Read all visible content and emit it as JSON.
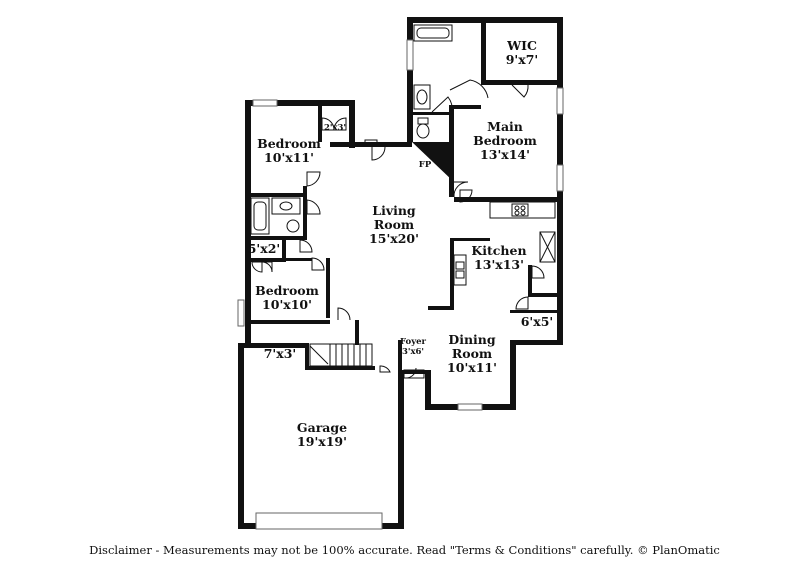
{
  "rooms": {
    "wic": {
      "name": "WIC",
      "size": "9'x7'"
    },
    "main_bedroom": {
      "name1": "Main",
      "name2": "Bedroom",
      "size": "13'x14'"
    },
    "bedroom_top": {
      "name": "Bedroom",
      "size": "10'x11'"
    },
    "closet_top": {
      "size": "2'x3'"
    },
    "fireplace": {
      "label": "FP"
    },
    "living_room": {
      "name1": "Living",
      "name2": "Room",
      "size": "15'x20'"
    },
    "closet_mid": {
      "size": "5'x2'"
    },
    "kitchen": {
      "name": "Kitchen",
      "size": "13'x13'"
    },
    "bedroom_bottom": {
      "name": "Bedroom",
      "size": "10'x10'"
    },
    "pantry": {
      "size": "6'x5'"
    },
    "storage": {
      "size": "7'x3'"
    },
    "foyer": {
      "name": "Foyer",
      "size": "3'x6'"
    },
    "dining_room": {
      "name1": "Dining",
      "name2": "Room",
      "size": "10'x11'"
    },
    "garage": {
      "name": "Garage",
      "size": "19'x19'"
    }
  },
  "disclaimer": "Disclaimer - Measurements may not be 100% accurate. Read \"Terms & Conditions\" carefully. © PlanOmatic"
}
